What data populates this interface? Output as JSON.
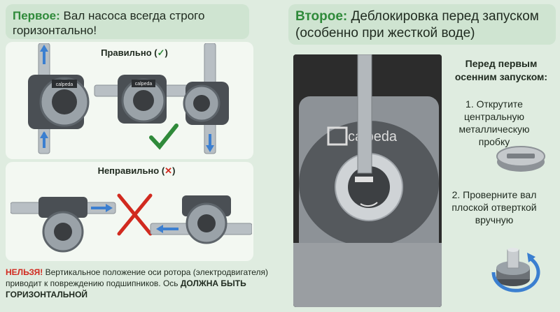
{
  "left": {
    "header": {
      "lead": "Первое:",
      "text": " Вал насоса всегда строго горизонтально!"
    },
    "correct": {
      "label": "Правильно (",
      "mark": "✓",
      "close": ")"
    },
    "incorrect": {
      "label": "Неправильно (",
      "mark": "✕",
      "close": ")"
    },
    "pump_brand": "calpeda",
    "warning": {
      "lead": "НЕЛЬЗЯ!",
      "text": " Вертикальное положение оси ротора (электродвигателя) приводит к повреждению подшипников. Ось ",
      "emph": "ДОЛЖНА БЫТЬ ГОРИЗОНТАЛЬНОЙ"
    }
  },
  "right": {
    "header": {
      "lead": "Второе:",
      "text": " Деблокировка перед запуском (особенно при жесткой воде)"
    },
    "photo_brand": "calpeda",
    "steps_title": "Перед первым осенним запуском:",
    "step1": "1. Открутите центральную металлическую пробку",
    "step2": "2. Проверните вал плоской отверткой вручную"
  },
  "colors": {
    "accent_green": "#2f8a3a",
    "warning_red": "#d12a1f",
    "flow_blue": "#3b7fd0",
    "header_bg": "#cfe4d1"
  }
}
